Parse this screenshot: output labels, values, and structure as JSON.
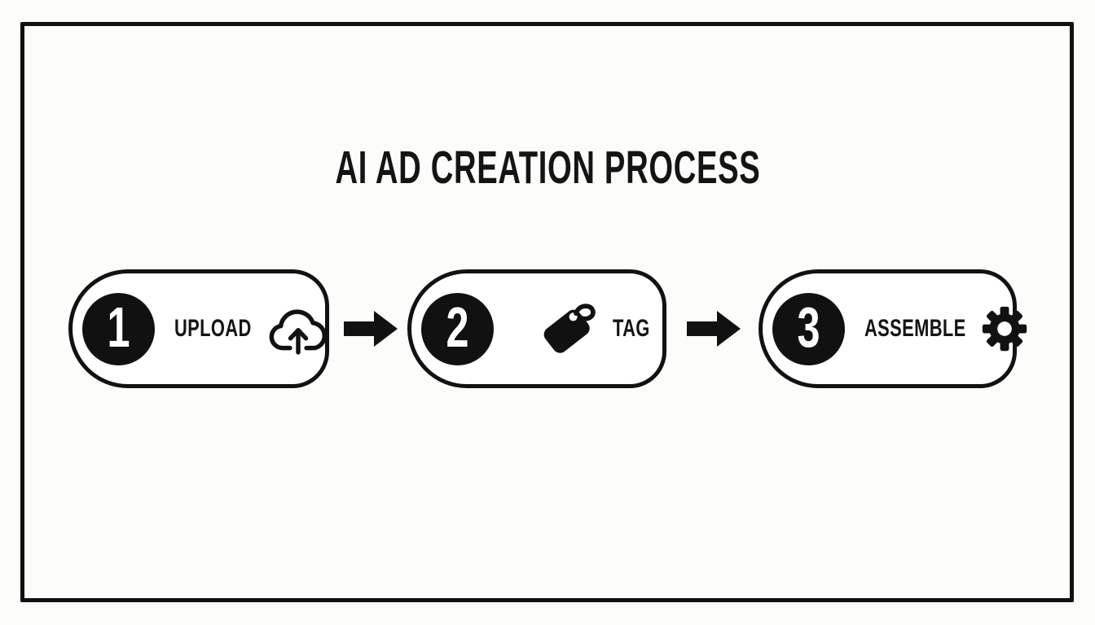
{
  "title": "AI AD CREATION PROCESS",
  "steps": [
    {
      "number": "1",
      "label": "UPLOAD",
      "icon": "cloud-upload-icon",
      "icon_position": "after-label"
    },
    {
      "number": "2",
      "label": "TAG",
      "icon": "tag-icon",
      "icon_position": "before-label"
    },
    {
      "number": "3",
      "label": "ASSEMBLE",
      "icon": "gear-icon",
      "icon_position": "after-label"
    }
  ],
  "connectors": [
    {
      "type": "arrow-right"
    },
    {
      "type": "arrow-right"
    }
  ],
  "colors": {
    "ink": "#111111",
    "background": "#fcfcfb",
    "pill_fill": "#ffffff",
    "badge_fill": "#111111",
    "badge_text": "#ffffff"
  }
}
